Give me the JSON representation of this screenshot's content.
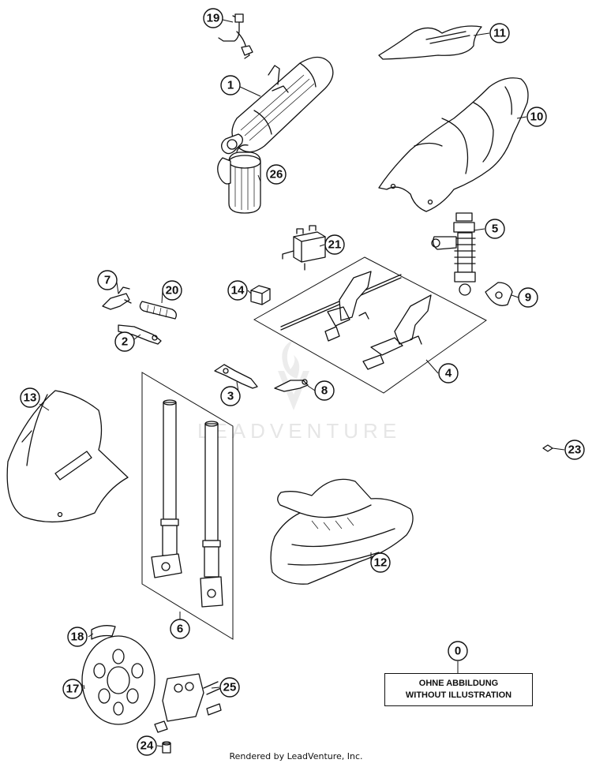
{
  "watermark": "LEADVENTURE",
  "note": {
    "number": "0",
    "line1": "OHNE ABBILDUNG",
    "line2": "WITHOUT ILLUSTRATION"
  },
  "footer": "Rendered by LeadVenture, Inc.",
  "callouts": {
    "c1": "1",
    "c2": "2",
    "c3": "3",
    "c4": "4",
    "c5": "5",
    "c6": "6",
    "c7": "7",
    "c8": "8",
    "c9": "9",
    "c10": "10",
    "c11": "11",
    "c12": "12",
    "c13": "13",
    "c14": "14",
    "c17": "17",
    "c18": "18",
    "c19": "19",
    "c20": "20",
    "c21": "21",
    "c23": "23",
    "c24": "24",
    "c25": "25",
    "c26": "26"
  }
}
